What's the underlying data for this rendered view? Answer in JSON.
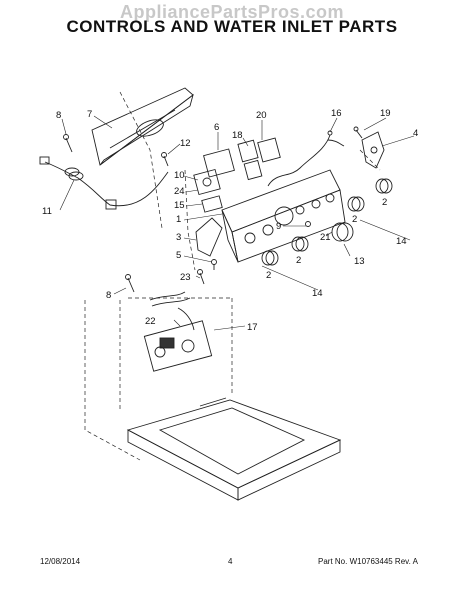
{
  "watermark": "AppliancePartsPros.com",
  "title": "CONTROLS AND WATER INLET PARTS",
  "footer": {
    "date": "12/08/2014",
    "page": "4",
    "part_no": "Part No. W10763445  Rev. A"
  },
  "callouts": [
    "8",
    "7",
    "6",
    "18",
    "20",
    "16",
    "19",
    "4",
    "12",
    "10",
    "24",
    "15",
    "11",
    "1",
    "3",
    "5",
    "9",
    "21",
    "2",
    "13",
    "14",
    "23",
    "22",
    "17"
  ]
}
